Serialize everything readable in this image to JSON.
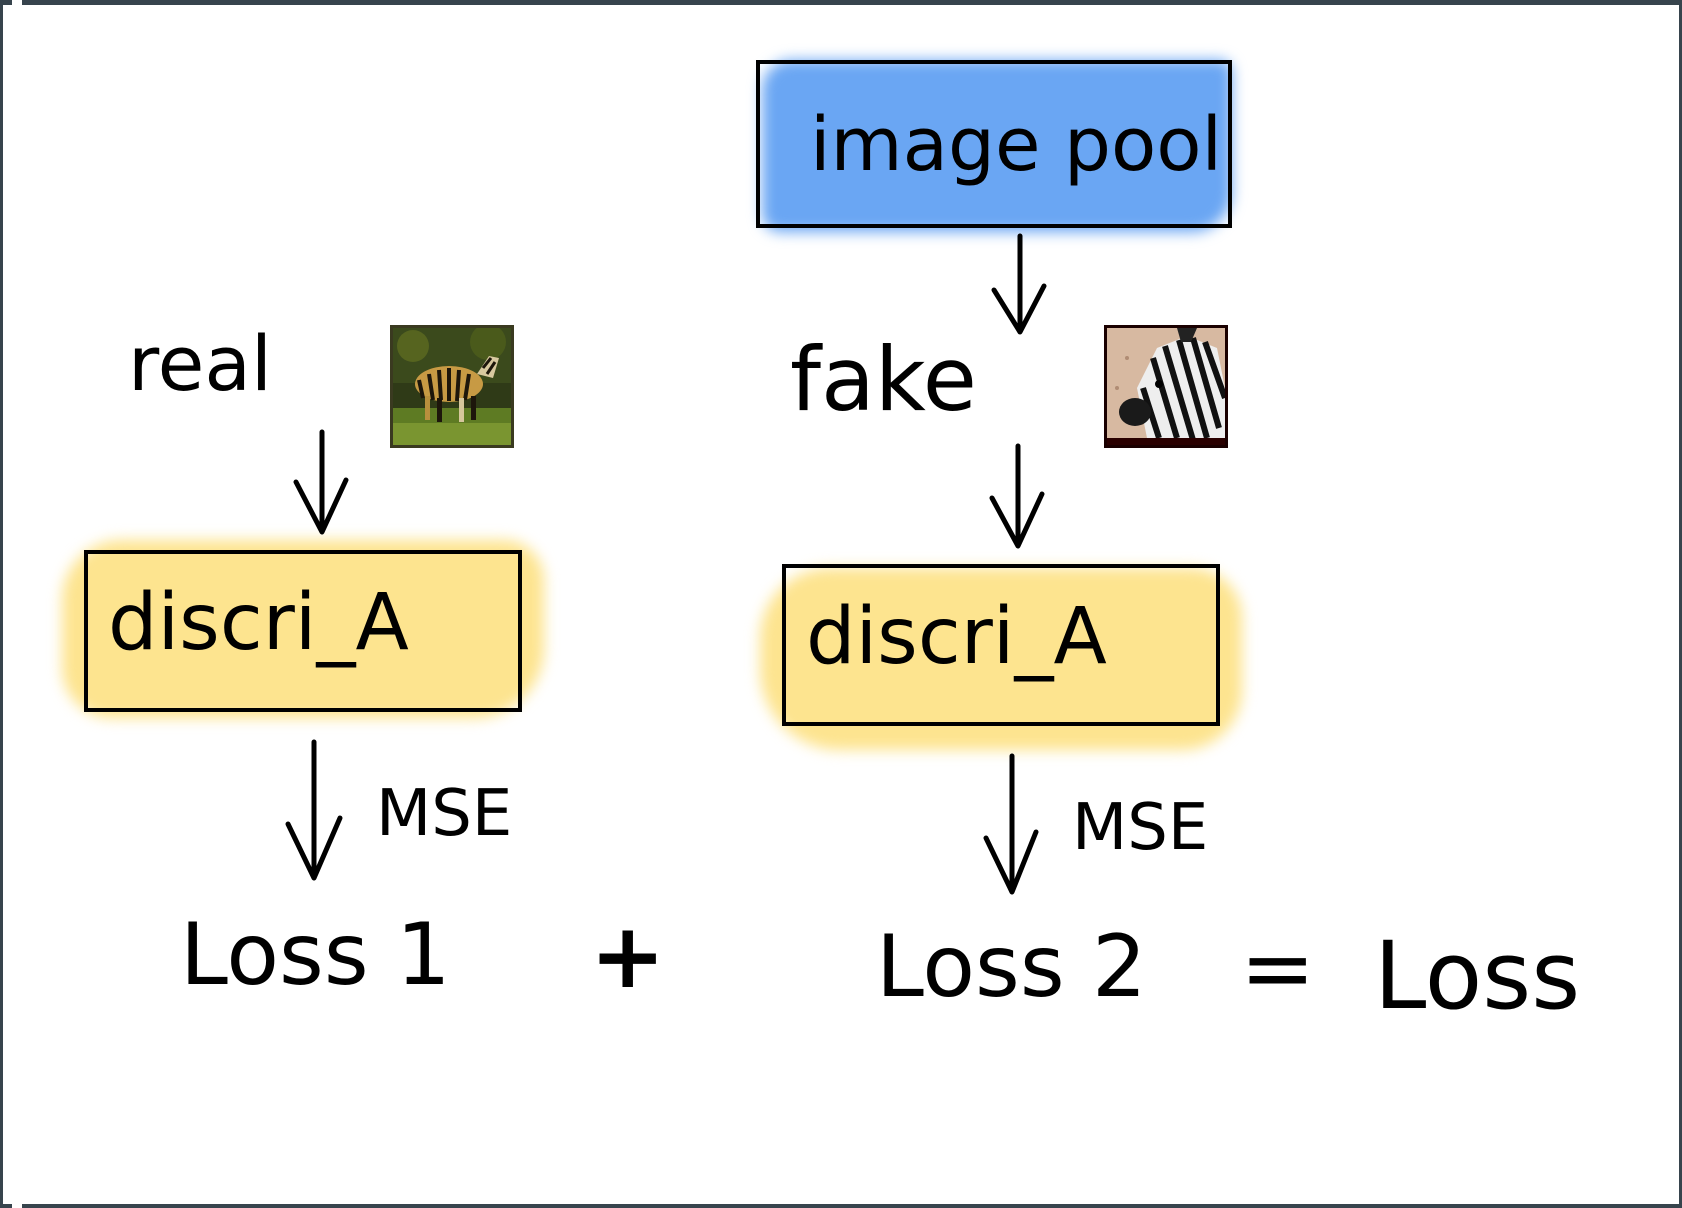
{
  "diagram": {
    "image_pool": {
      "label": "image pool",
      "color": "#6aa6f3"
    },
    "real_input": {
      "label": "real"
    },
    "fake_input": {
      "label": "fake"
    },
    "discriminator_real": {
      "label": "discri_A",
      "color": "#fde48f"
    },
    "discriminator_fake": {
      "label": "discri_A",
      "color": "#fde48f"
    },
    "mse_real": {
      "label": "MSE"
    },
    "mse_fake": {
      "label": "MSE"
    },
    "loss_1": {
      "label": "Loss 1"
    },
    "plus": {
      "label": "+"
    },
    "loss_2": {
      "label": "Loss 2"
    },
    "equals": {
      "label": "="
    },
    "loss_total": {
      "label": "Loss"
    },
    "thumbnails": {
      "real": {
        "icon": "zebra-photo-grass"
      },
      "fake": {
        "icon": "zebra-photo-head"
      }
    }
  }
}
